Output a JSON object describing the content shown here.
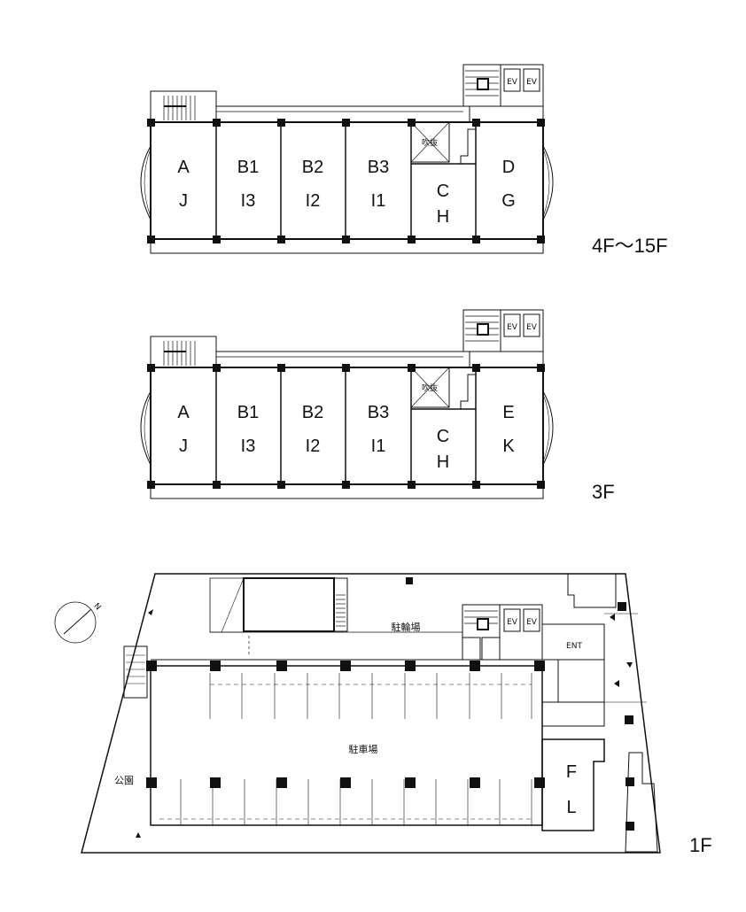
{
  "plans": [
    {
      "floor_label": "4F～15F",
      "units": [
        {
          "top": "A",
          "bottom": "J"
        },
        {
          "top": "B1",
          "bottom": "I3"
        },
        {
          "top": "B2",
          "bottom": "I2"
        },
        {
          "top": "B3",
          "bottom": "I1"
        },
        {
          "top": "C",
          "bottom": "H"
        },
        {
          "top": "D",
          "bottom": "G"
        }
      ],
      "void_label": "吹抜",
      "ev_label": "EV"
    },
    {
      "floor_label": "3F",
      "units": [
        {
          "top": "A",
          "bottom": "J"
        },
        {
          "top": "B1",
          "bottom": "I3"
        },
        {
          "top": "B2",
          "bottom": "I2"
        },
        {
          "top": "B3",
          "bottom": "I1"
        },
        {
          "top": "C",
          "bottom": "H"
        },
        {
          "top": "E",
          "bottom": "K"
        }
      ],
      "void_label": "吹抜",
      "ev_label": "EV"
    }
  ],
  "ground": {
    "floor_label": "1F",
    "bicycle_parking": "駐輪場",
    "car_parking": "駐車場",
    "entrance": "ENT",
    "park": "公園",
    "ev_label": "EV",
    "unit_top": "F",
    "unit_bottom": "L",
    "north": "N"
  }
}
